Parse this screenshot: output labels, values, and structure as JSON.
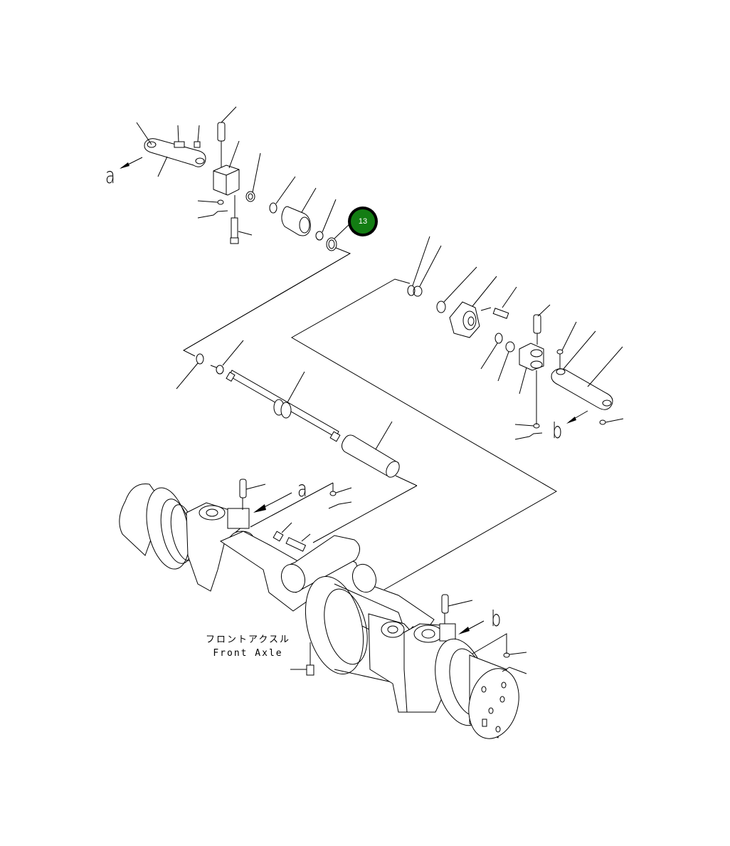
{
  "diagram": {
    "title_jp": "フロントアクスル",
    "title_en": "Front Axle",
    "reference_labels": {
      "a_top": "a",
      "a_bottom": "a",
      "b_right": "b",
      "b_bottom": "b"
    },
    "callouts": [
      {
        "number": "13",
        "color": "#137d13",
        "border_color": "#000000"
      }
    ],
    "colors": {
      "background": "#ffffff",
      "line": "#000000",
      "callout_fill": "#137d13"
    }
  }
}
